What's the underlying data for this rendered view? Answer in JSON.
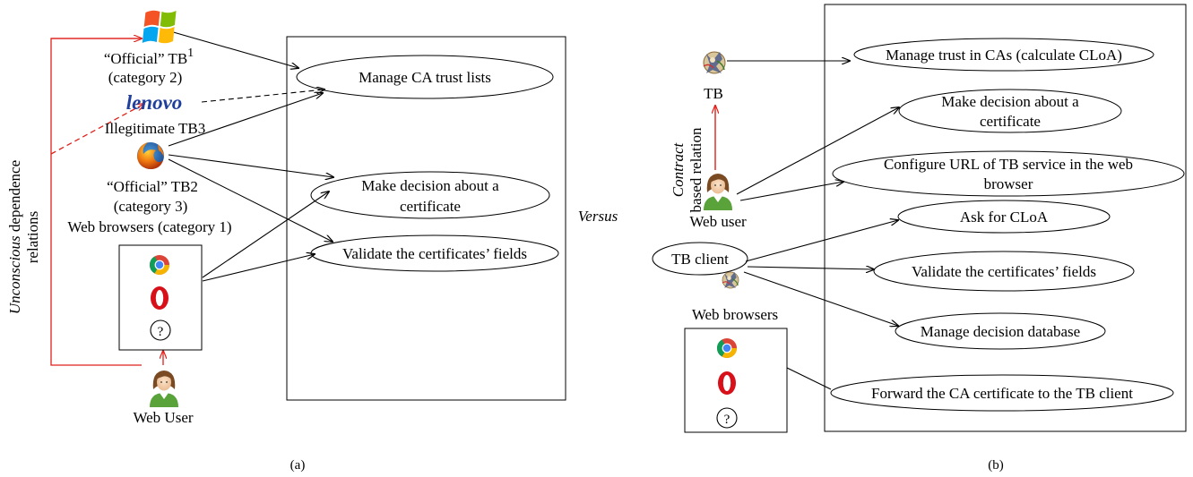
{
  "panel_a": {
    "caption": "(a)",
    "vertical_label_italic": "Unconscious",
    "vertical_label_rest": " dependence",
    "vertical_label_line2": "relations",
    "tb1_label": "“Official” TB",
    "tb1_sup": "1",
    "tb1_category": "(category 2)",
    "lenovo_logo_text": "lenovo",
    "tb3_label": "Illegitimate TB3",
    "tb2_label": "“Official” TB2",
    "tb2_category": "(category 3)",
    "browsers_label": "Web browsers (category 1)",
    "question_mark": "?",
    "user_label": "Web User",
    "use_cases": [
      "Manage CA trust lists",
      "Make decision about a",
      "certificate",
      "Validate the certificates’ fields"
    ]
  },
  "versus": "Versus",
  "panel_b": {
    "caption": "(b)",
    "relation_italic": "Contract",
    "relation_line2": "based relation",
    "tb_label": "TB",
    "web_user_label": "Web user",
    "tb_client_label": "TB client",
    "browsers_label": "Web browsers",
    "question_mark": "?",
    "use_cases": [
      "Manage trust in CAs (calculate CLoA)",
      "Make decision about a",
      "certificate",
      "Configure URL of TB service in the web",
      "browser",
      "Ask for CLoA",
      "Validate the certificates’ fields",
      "Manage decision database",
      "Forward the CA certificate to the TB client"
    ]
  },
  "colors": {
    "line": "#000000",
    "dependence": "#e0201a",
    "lenovo_blue": "#1f3f9c"
  }
}
